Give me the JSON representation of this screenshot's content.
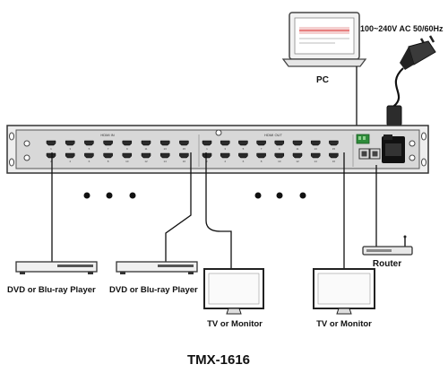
{
  "labels": {
    "pc": "PC",
    "power": "100~240V AC 50/60Hz",
    "router": "Router",
    "dvd1": "DVD or Blu-ray Player",
    "dvd2": "DVD or Blu-ray Player",
    "tv1": "TV or Monitor",
    "tv2": "TV or Monitor",
    "model": "TMX-1616",
    "hdmi_in": "HDMI IN",
    "hdmi_out": "HDMI OUT"
  },
  "ports": {
    "input_count": 16,
    "output_count": 16,
    "input_numbers": [
      "1",
      "2",
      "3",
      "4",
      "5",
      "6",
      "7",
      "8",
      "9",
      "10",
      "11",
      "12",
      "13",
      "14",
      "15",
      "16"
    ],
    "output_numbers": [
      "1",
      "2",
      "3",
      "4",
      "5",
      "6",
      "7",
      "8",
      "9",
      "10",
      "11",
      "12",
      "13",
      "14",
      "15",
      "16"
    ]
  },
  "colors": {
    "chassis": "#d8d8d8",
    "line": "#111111",
    "terminal_green": "#2e8b3a",
    "screen_line": "#e05050"
  }
}
